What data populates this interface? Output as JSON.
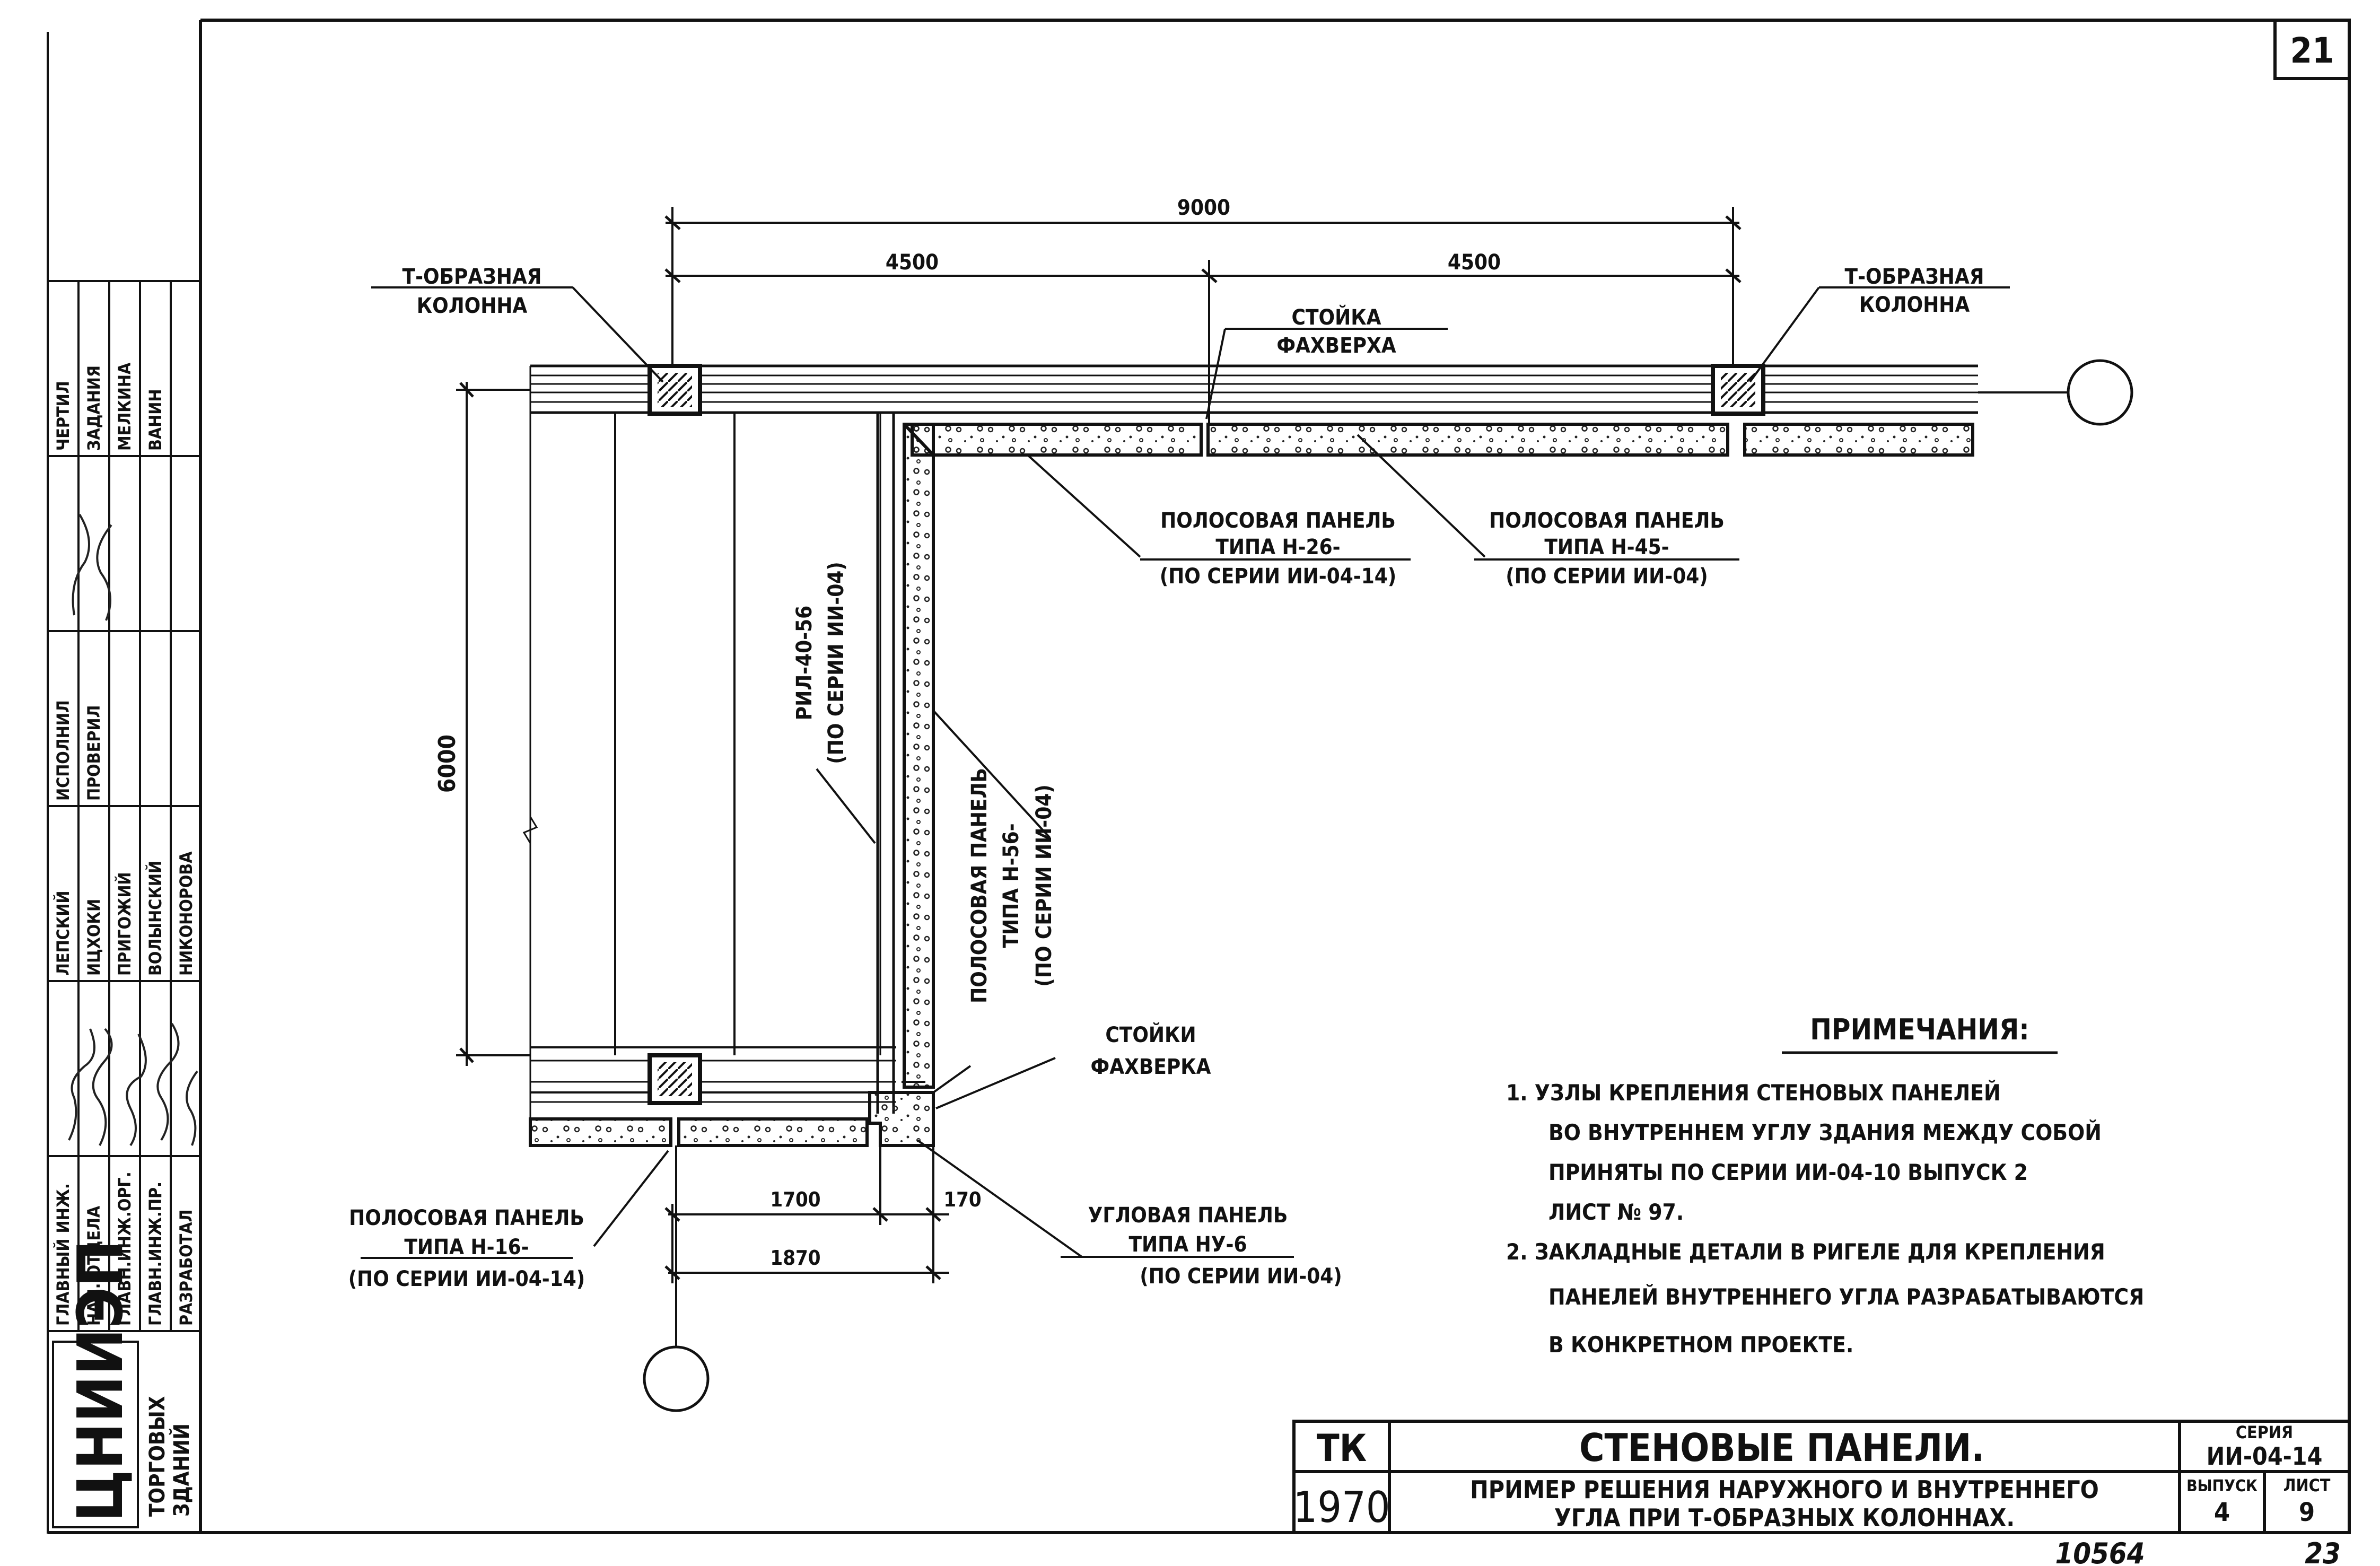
{
  "sheet": {
    "number": "21",
    "archive_number": "10564",
    "page_number": "23"
  },
  "dimensions": {
    "total": "9000",
    "left_span": "4500",
    "right_span": "4500",
    "height": "6000",
    "bottom_panel": "1700",
    "bottom_corner": "170",
    "bottom_total": "1870"
  },
  "labels": {
    "t_column_left": [
      "Т-ОБРАЗНАЯ",
      "КОЛОННА"
    ],
    "t_column_right": [
      "Т-ОБРАЗНАЯ",
      "КОЛОННА"
    ],
    "stoika_top": [
      "СТОЙКА",
      "ФАХВЕРХА"
    ],
    "panel_h26": [
      "ПОЛОСОВАЯ ПАНЕЛЬ",
      "ТИПА Н-26-",
      "(ПО СЕРИИ ИИ-04-14)"
    ],
    "panel_h45": [
      "ПОЛОСОВАЯ ПАНЕЛЬ",
      "ТИПА Н-45-",
      "(ПО СЕРИИ ИИ-04)"
    ],
    "rigel": [
      "РИЛ-40-56",
      "(ПО СЕРИИ ИИ-04)"
    ],
    "panel_h56": [
      "ПОЛОСОВАЯ ПАНЕЛЬ",
      "ТИПА Н-56-",
      "(ПО СЕРИИ ИИ-04)"
    ],
    "stoiki_bottom": [
      "СТОЙКИ",
      "ФАХВЕРКА"
    ],
    "panel_h16": [
      "ПОЛОСОВАЯ ПАНЕЛЬ",
      "ТИПА Н-16-",
      "(ПО СЕРИИ ИИ-04-14)"
    ],
    "panel_corner": [
      "УГЛОВАЯ ПАНЕЛЬ",
      "ТИПА НУ-6",
      "(ПО СЕРИИ ИИ-04)"
    ]
  },
  "notes": {
    "title": "ПРИМЕЧАНИЯ:",
    "lines": [
      "1. УЗЛЫ  КРЕПЛЕНИЯ  СТЕНОВЫХ  ПАНЕЛЕЙ",
      "ВО ВНУТРЕННЕМ УГЛУ ЗДАНИЯ МЕЖДУ СОБОЙ",
      "ПРИНЯТЫ  ПО  СЕРИИ  ИИ-04-10  ВЫПУСК 2",
      "ЛИСТ № 97.",
      "2. ЗАКЛАДНЫЕ ДЕТАЛИ В РИГЕЛЕ ДЛЯ КРЕПЛЕНИЯ",
      "ПАНЕЛЕЙ  ВНУТРЕННЕГО  УГЛА  РАЗРАБАТЫВАЮТСЯ",
      "В  КОНКРЕТНОМ  ПРОЕКТЕ."
    ]
  },
  "title_block": {
    "code": "ТК",
    "year": "1970",
    "title": "СТЕНОВЫЕ   ПАНЕЛИ.",
    "subtitle_1": "ПРИМЕР РЕШЕНИЯ НАРУЖНОГО И ВНУТРЕННЕГО",
    "subtitle_2": "УГЛА  ПРИ  Т-ОБРАЗНЫХ  КОЛОННАХ.",
    "series_label": "СЕРИЯ",
    "series_value": "ИИ-04-14",
    "issue_label": "ВЫПУСК",
    "issue_value": "4",
    "sheet_label": "ЛИСТ",
    "sheet_value": "9"
  },
  "side_stamp": {
    "org_logo": "ЦНИИЭП",
    "org_sub": [
      "ТОРГОВЫХ",
      "ЗДАНИЙ"
    ],
    "roles": [
      "ГЛАВНЫЙ ИНЖ.",
      "НАЧ. ОТДЕЛА",
      "ГЛАВН.ИНЖ.ОРГ.",
      "ГЛАВН.ИНЖ.ПР.",
      "РАЗРАБОТАЛ",
      "ИСПОЛНИЛ",
      "ПРОВЕРИЛ",
      "ЧЕРТИЛ",
      "ЗАДАНИЯ"
    ],
    "names": [
      "ЛЕПСКИЙ",
      "ИЦХОКИ",
      "ПРИГОЖИЙ",
      "ВОЛЫНСКИЙ",
      "НИКОНОРОВА",
      "МЕЛКИНА",
      "ВАНИН"
    ]
  }
}
